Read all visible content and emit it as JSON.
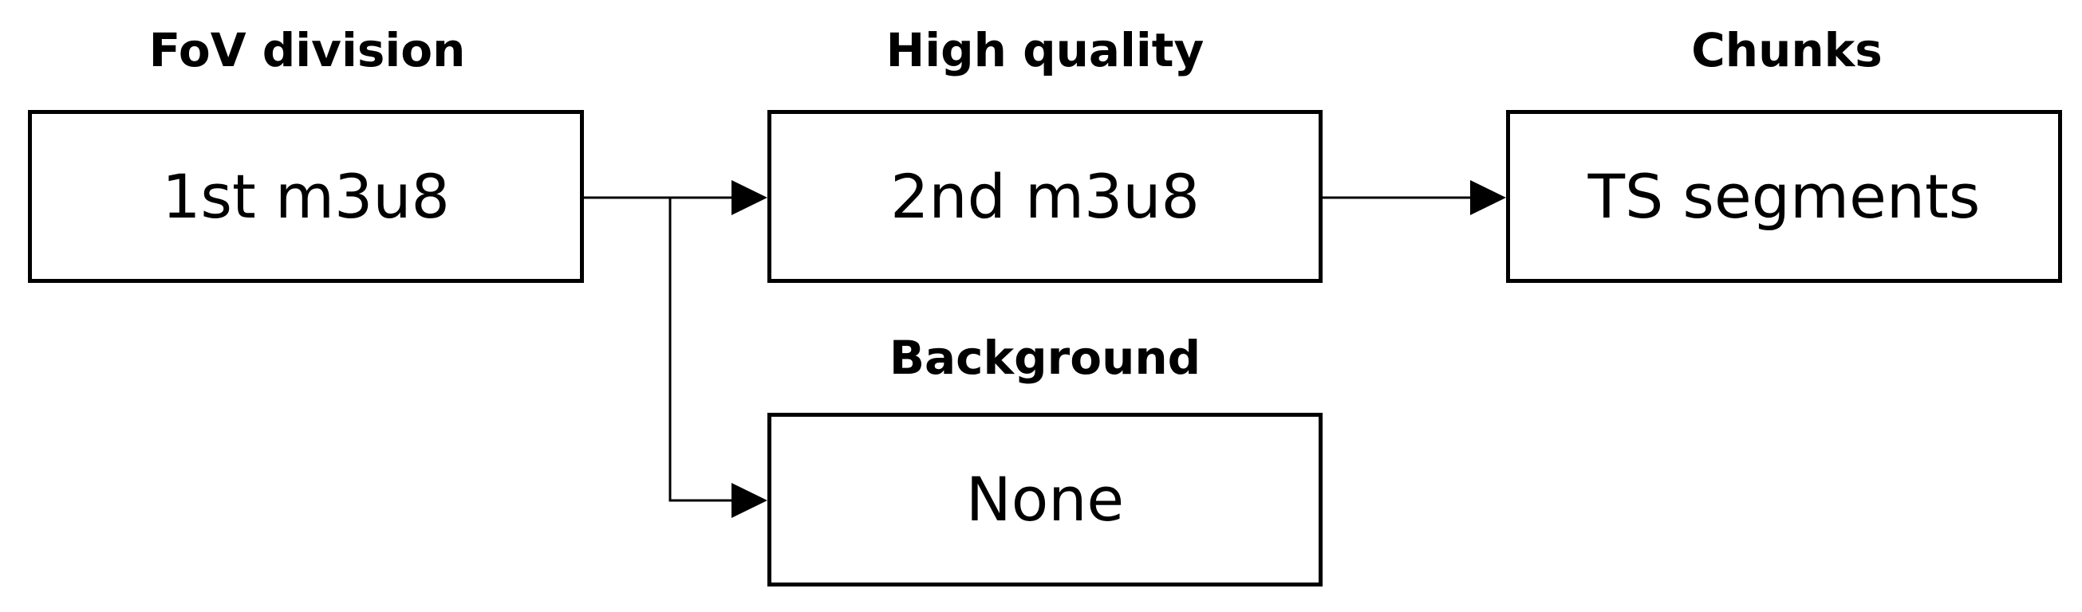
{
  "stages": [
    {
      "heading": "FoV division",
      "label": "1st m3u8"
    },
    {
      "heading": "High quality",
      "label": "2nd m3u8"
    },
    {
      "heading": "Chunks",
      "label": "TS segments"
    },
    {
      "heading": "Background",
      "label": "None"
    }
  ]
}
